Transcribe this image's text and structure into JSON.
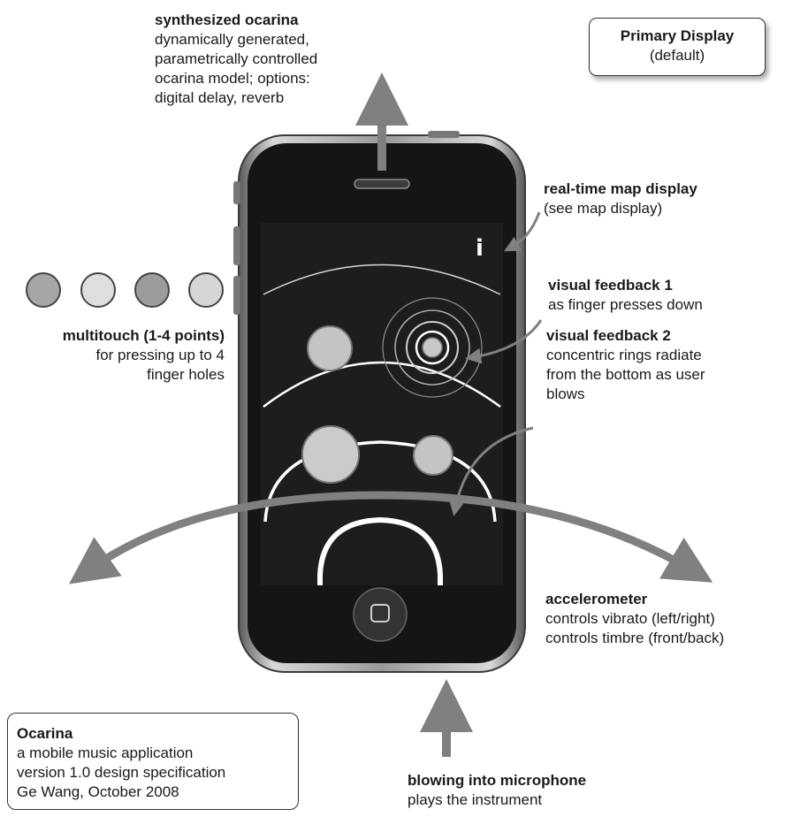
{
  "primary_display": {
    "title": "Primary Display",
    "subtitle": "(default)"
  },
  "synth": {
    "title": "synthesized ocarina",
    "lines": [
      "dynamically generated,",
      "parametrically controlled",
      "ocarina model; options:",
      "digital delay, reverb"
    ]
  },
  "map": {
    "title": "real-time map display",
    "lines": [
      "(see map display)"
    ]
  },
  "vf1": {
    "title": "visual feedback 1",
    "lines": [
      "as finger presses down"
    ]
  },
  "vf2": {
    "title": "visual feedback 2",
    "lines": [
      "concentric rings radiate",
      "from the bottom as user",
      "blows"
    ]
  },
  "multitouch": {
    "title": "multitouch (1-4 points)",
    "lines": [
      "for pressing up to 4",
      "finger holes"
    ]
  },
  "accel": {
    "title": "accelerometer",
    "lines": [
      "controls vibrato (left/right)",
      "controls timbre (front/back)"
    ]
  },
  "ocarina": {
    "title": "Ocarina",
    "lines": [
      "a mobile music application",
      "version 1.0 design specification",
      "Ge Wang, October 2008"
    ]
  },
  "mic": {
    "title": "blowing into microphone",
    "lines": [
      "plays the instrument"
    ]
  },
  "info_icon": {
    "label": "i"
  },
  "touch_dots": [
    {
      "color": "#a6a6a6"
    },
    {
      "color": "#dedede"
    },
    {
      "color": "#9c9c9c"
    },
    {
      "color": "#d6d6d6"
    }
  ]
}
